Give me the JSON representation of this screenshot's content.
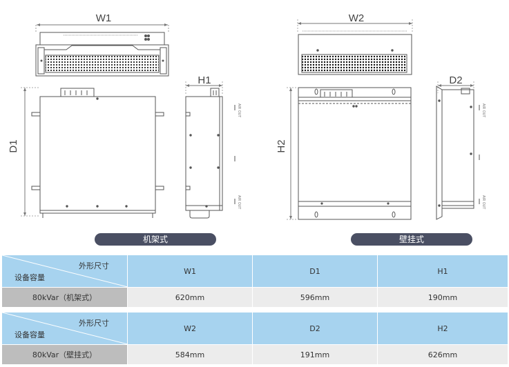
{
  "diagram": {
    "labels": {
      "w1": "W1",
      "d1": "D1",
      "h1": "H1",
      "w2": "W2",
      "d2": "D2",
      "h2": "H2",
      "airout": "AIR OUT"
    },
    "captions": {
      "rack": "机架式",
      "wall": "壁挂式"
    }
  },
  "table": {
    "corner_top": "外形尺寸",
    "corner_bottom": "设备容量",
    "rack": {
      "headers": [
        "W1",
        "D1",
        "H1"
      ],
      "row_label": "80kVar（机架式）",
      "values": [
        "620mm",
        "596mm",
        "190mm"
      ]
    },
    "wall": {
      "headers": [
        "W2",
        "D2",
        "H2"
      ],
      "row_label": "80kVar（壁挂式）",
      "values": [
        "584mm",
        "191mm",
        "626mm"
      ]
    }
  },
  "colors": {
    "header_bg": "#a7d3ef",
    "label_bg": "#bdbdbd",
    "value_bg": "#ececec",
    "pill_bg": "#4a4f63",
    "line": "#555555"
  }
}
